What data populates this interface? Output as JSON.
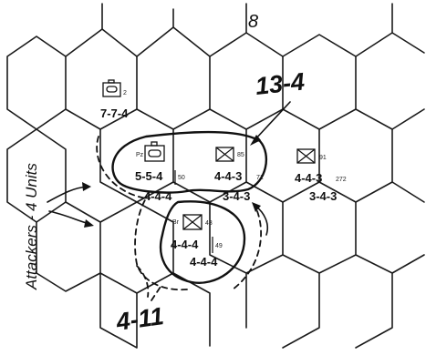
{
  "page_number": "8",
  "attackers_label": "Attackers - 4 Units",
  "odds_labels": {
    "upper": "13-4",
    "lower": "4-11"
  },
  "units": [
    {
      "id": "u1",
      "type": "armor",
      "tiny": "2",
      "strength": "7-7-4",
      "second": ""
    },
    {
      "id": "u2",
      "type": "armor",
      "tiny": "Pz",
      "strength": "5-5-4",
      "second": "4-4-4",
      "side": "50"
    },
    {
      "id": "u3",
      "type": "infantry",
      "tiny": "85",
      "strength": "4-4-3",
      "second": "3-4-3",
      "side": "71"
    },
    {
      "id": "u4",
      "type": "infantry",
      "tiny": "91",
      "strength": "4-4-3",
      "second": "3-4-3",
      "side": "272"
    },
    {
      "id": "u5",
      "type": "infantry",
      "tiny": "Br",
      "tiny2": "43",
      "strength": "4-4-4",
      "second": "4-4-4",
      "side": "49"
    }
  ]
}
